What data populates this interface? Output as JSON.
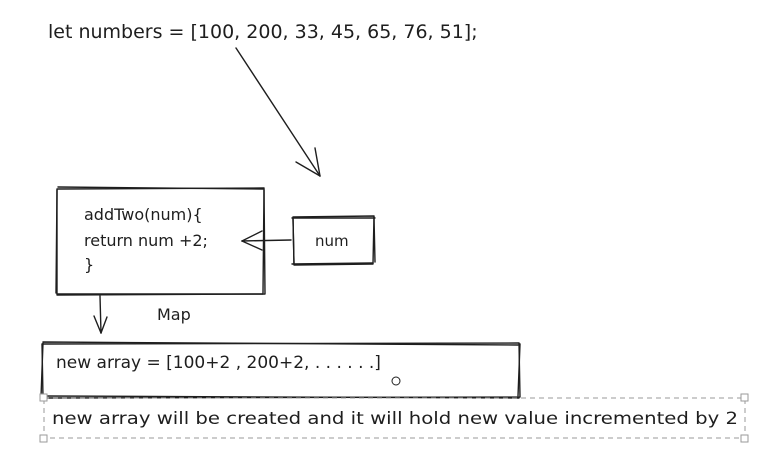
{
  "diagram": {
    "array_declaration": "let numbers = [100, 200, 33, 45, 65, 76, 51];",
    "function_box": {
      "line1": "addTwo(num){",
      "line2": "return num +2;",
      "line3": "}"
    },
    "num_box_label": "num",
    "map_label": "Map",
    "new_array": "new array = [100+2 , 200+2, . . . . . .]",
    "note": "new array will be created and it will hold new value incremented by 2"
  }
}
